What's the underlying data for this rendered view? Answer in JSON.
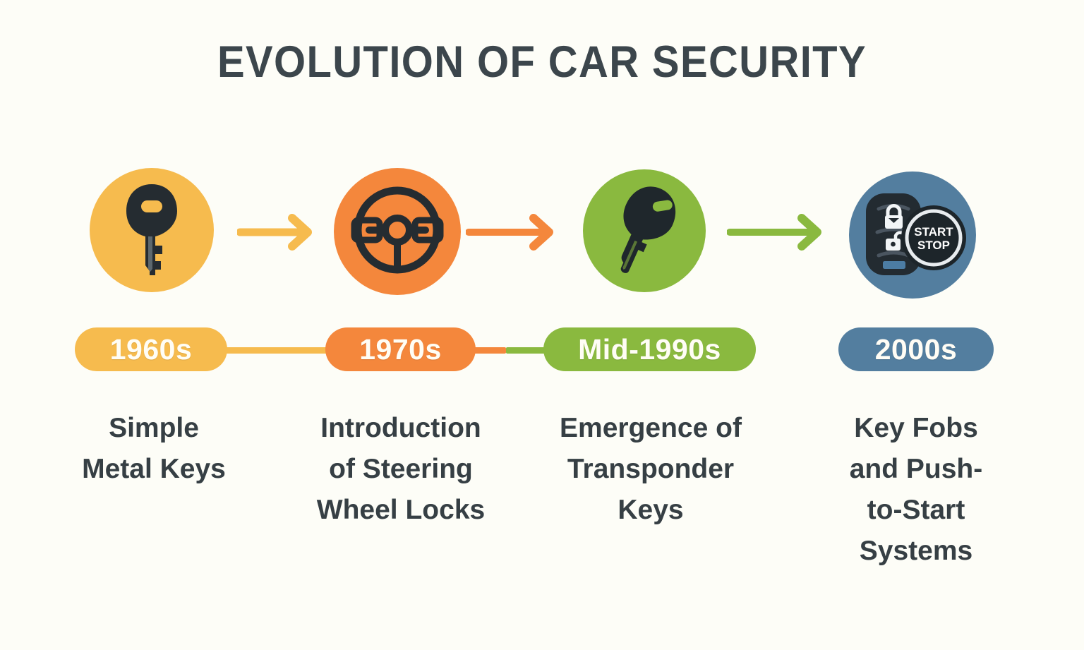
{
  "page": {
    "title": "EVOLUTION OF CAR SECURITY",
    "background_color": "#fdfdf7",
    "title_color": "#3c464c",
    "caption_color": "#363f44"
  },
  "chart_data": {
    "type": "timeline",
    "title": "EVOLUTION OF CAR SECURITY",
    "categories": [
      "1960s",
      "1970s",
      "Mid-1990s",
      "2000s"
    ],
    "values": [
      "Simple Metal Keys",
      "Introduction of Steering Wheel Locks",
      "Emergence of Transponder Keys",
      "Key Fobs and Push-to-Start Systems"
    ],
    "colors": [
      "#f6bb4e",
      "#f4873c",
      "#8ab93f",
      "#537e9f"
    ],
    "legend": "none",
    "grid": false
  },
  "stages": [
    {
      "period": "1960s",
      "caption": "Simple Metal Keys",
      "caption_lines": [
        "Simple",
        "Metal Keys"
      ],
      "color": "#f6bb4e",
      "icon": "metal-key-icon"
    },
    {
      "period": "1970s",
      "caption": "Introduction of Steering Wheel Locks",
      "caption_lines": [
        "Introduction",
        "of Steering",
        "Wheel Locks"
      ],
      "color": "#f4873c",
      "icon": "steering-wheel-lock-icon"
    },
    {
      "period": "Mid-1990s",
      "caption": "Emergence of Transponder Keys",
      "caption_lines": [
        "Emergence of",
        "Transponder",
        "Keys"
      ],
      "color": "#8ab93f",
      "icon": "transponder-key-icon"
    },
    {
      "period": "2000s",
      "caption": "Key Fobs and Push-to-Start Systems",
      "caption_lines": [
        "Key Fobs",
        "and Push-",
        "to-Start",
        "Systems"
      ],
      "color": "#537e9f",
      "icon": "key-fob-push-start-icon"
    }
  ],
  "arrows": [
    {
      "name": "arrow-1960s-to-1970s",
      "color": "#f6bb4e"
    },
    {
      "name": "arrow-1970s-to-mid1990s",
      "color": "#f4873c"
    },
    {
      "name": "arrow-mid1990s-to-2000s",
      "color": "#8ab93f"
    }
  ],
  "push_start_button": {
    "line1": "START",
    "line2": "STOP"
  }
}
